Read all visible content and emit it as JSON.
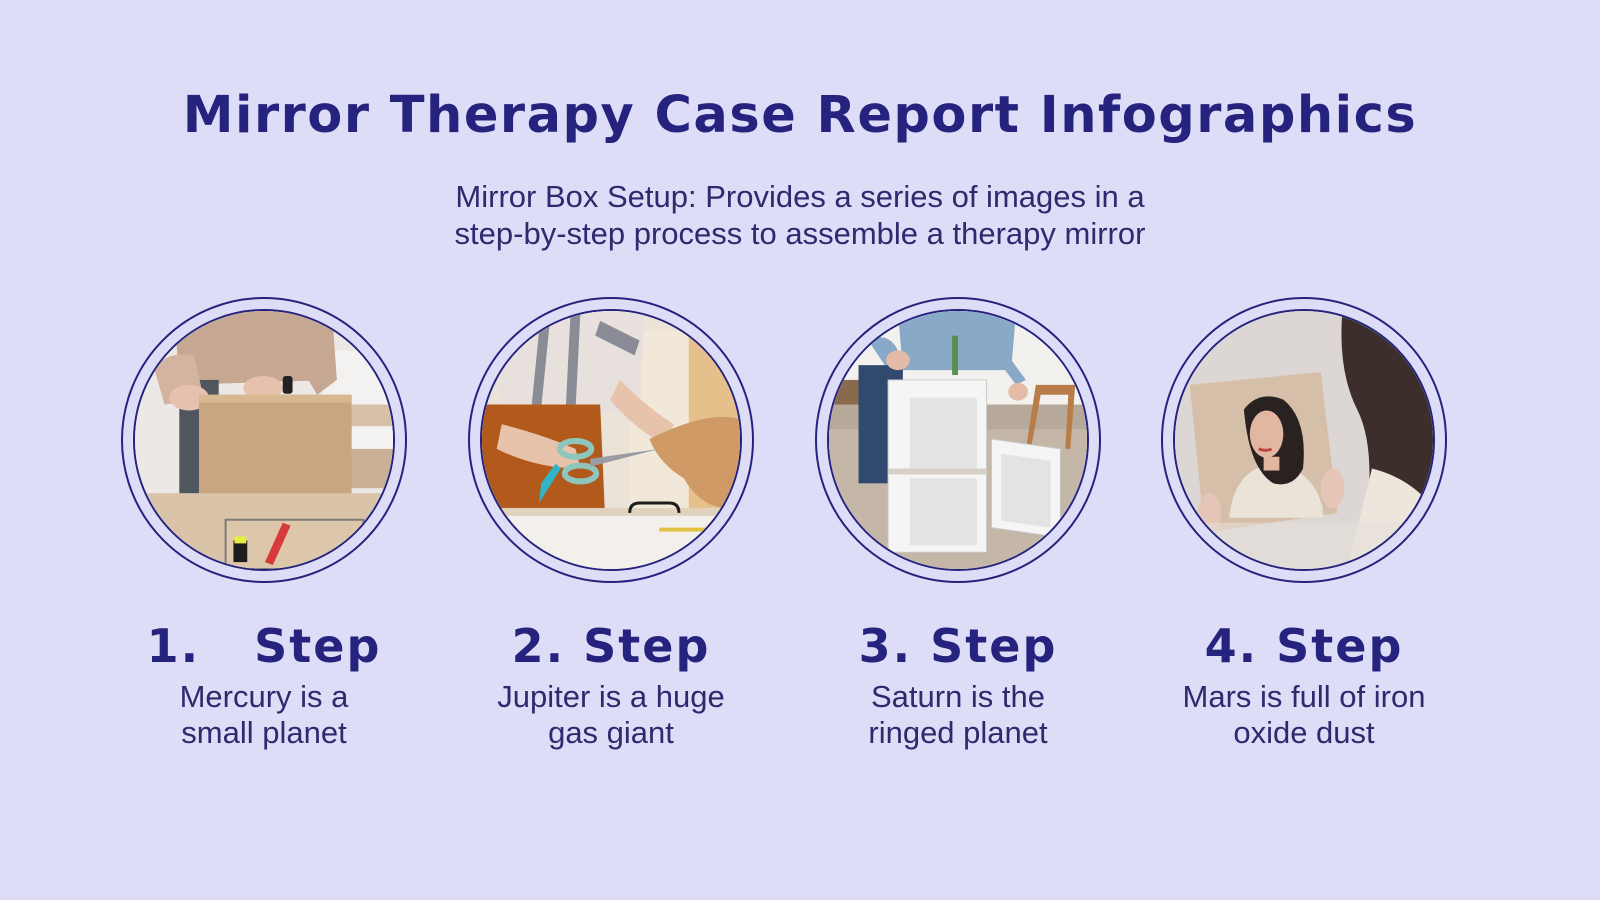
{
  "header": {
    "title": "Mirror Therapy Case Report Infographics",
    "subtitle_line1": "Mirror Box Setup: Provides a series of images in a",
    "subtitle_line2": "step-by-step process to assemble a therapy mirror"
  },
  "colors": {
    "background": "#DEDDF7",
    "primary": "#25237E",
    "text": "#2D2B6E"
  },
  "steps": [
    {
      "title": "1.   Step",
      "desc_line1": "Mercury is a",
      "desc_line2": "small planet",
      "image": "person-taping-cardboard-box"
    },
    {
      "title": "2. Step",
      "desc_line1": "Jupiter is a huge",
      "desc_line2": "gas giant",
      "image": "person-cutting-cardboard-with-scissors"
    },
    {
      "title": "3. Step",
      "desc_line1": "Saturn is the",
      "desc_line2": "ringed planet",
      "image": "person-stacking-white-boxes"
    },
    {
      "title": "4. Step",
      "desc_line1": "Mars is full of iron",
      "desc_line2": "oxide dust",
      "image": "woman-looking-in-mirror"
    }
  ]
}
